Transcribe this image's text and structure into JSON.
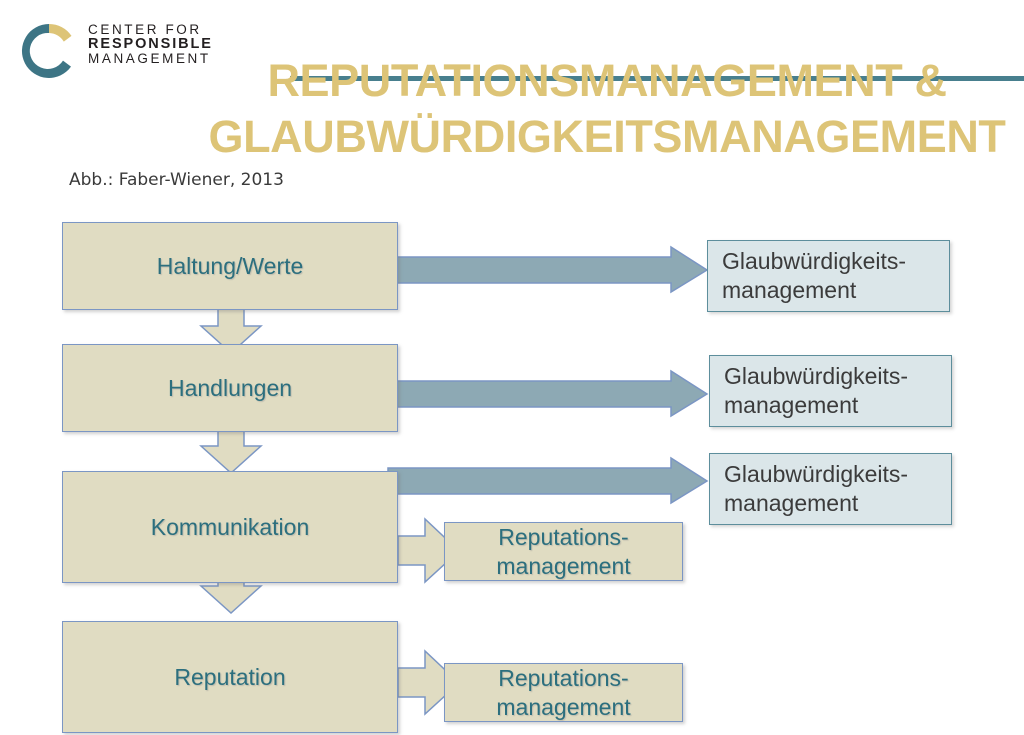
{
  "slide": {
    "background_color": "#ffffff",
    "title_lines": [
      "REPUTATIONSMANAGEMENT &",
      "GLAUBWÜRDIGKEITSMANAGEMENT"
    ],
    "title_color": "#ddc477",
    "rule_color": "#487f8e",
    "caption": "Abb.: Faber-Wiener, 2013"
  },
  "logo": {
    "icon_name": "crm-c-logo-icon",
    "wordmark": [
      "CENTER FOR",
      "RESPONSIBLE",
      "MANAGEMENT"
    ],
    "teal": "#3d7585",
    "gold": "#ddc477",
    "text_color": "#231f20"
  },
  "diagram": {
    "type": "flow",
    "stage_boxes": [
      {
        "label": "Haltung/Werte"
      },
      {
        "label": "Handlungen"
      },
      {
        "label": "Kommunikation"
      },
      {
        "label": "Reputation"
      }
    ],
    "credibility_boxes": [
      {
        "line1": "Glaubwürdigkeits-",
        "line2": "management"
      },
      {
        "line1": "Glaubwürdigkeits-",
        "line2": "management"
      },
      {
        "line1": "Glaubwürdigkeits-",
        "line2": "management"
      }
    ],
    "reputation_boxes": [
      {
        "line1": "Reputations-",
        "line2": "management"
      },
      {
        "line1": "Reputations-",
        "line2": "management"
      }
    ],
    "colors": {
      "stage_fill": "#e0dcc2",
      "stage_border": "#7b96c4",
      "stage_text": "#2c6f7e",
      "credibility_fill": "#dbe6e9",
      "credibility_border": "#5d8e9c",
      "credibility_text": "#3b3b3b",
      "gray_arrow_fill": "#8da9b4",
      "gray_arrow_border": "#7b96c4",
      "beige_arrow_fill": "#e0dcc2",
      "beige_arrow_border": "#7b96c4",
      "down_arrow_fill": "#e0dcc2",
      "down_arrow_border": "#7b96c4"
    }
  }
}
